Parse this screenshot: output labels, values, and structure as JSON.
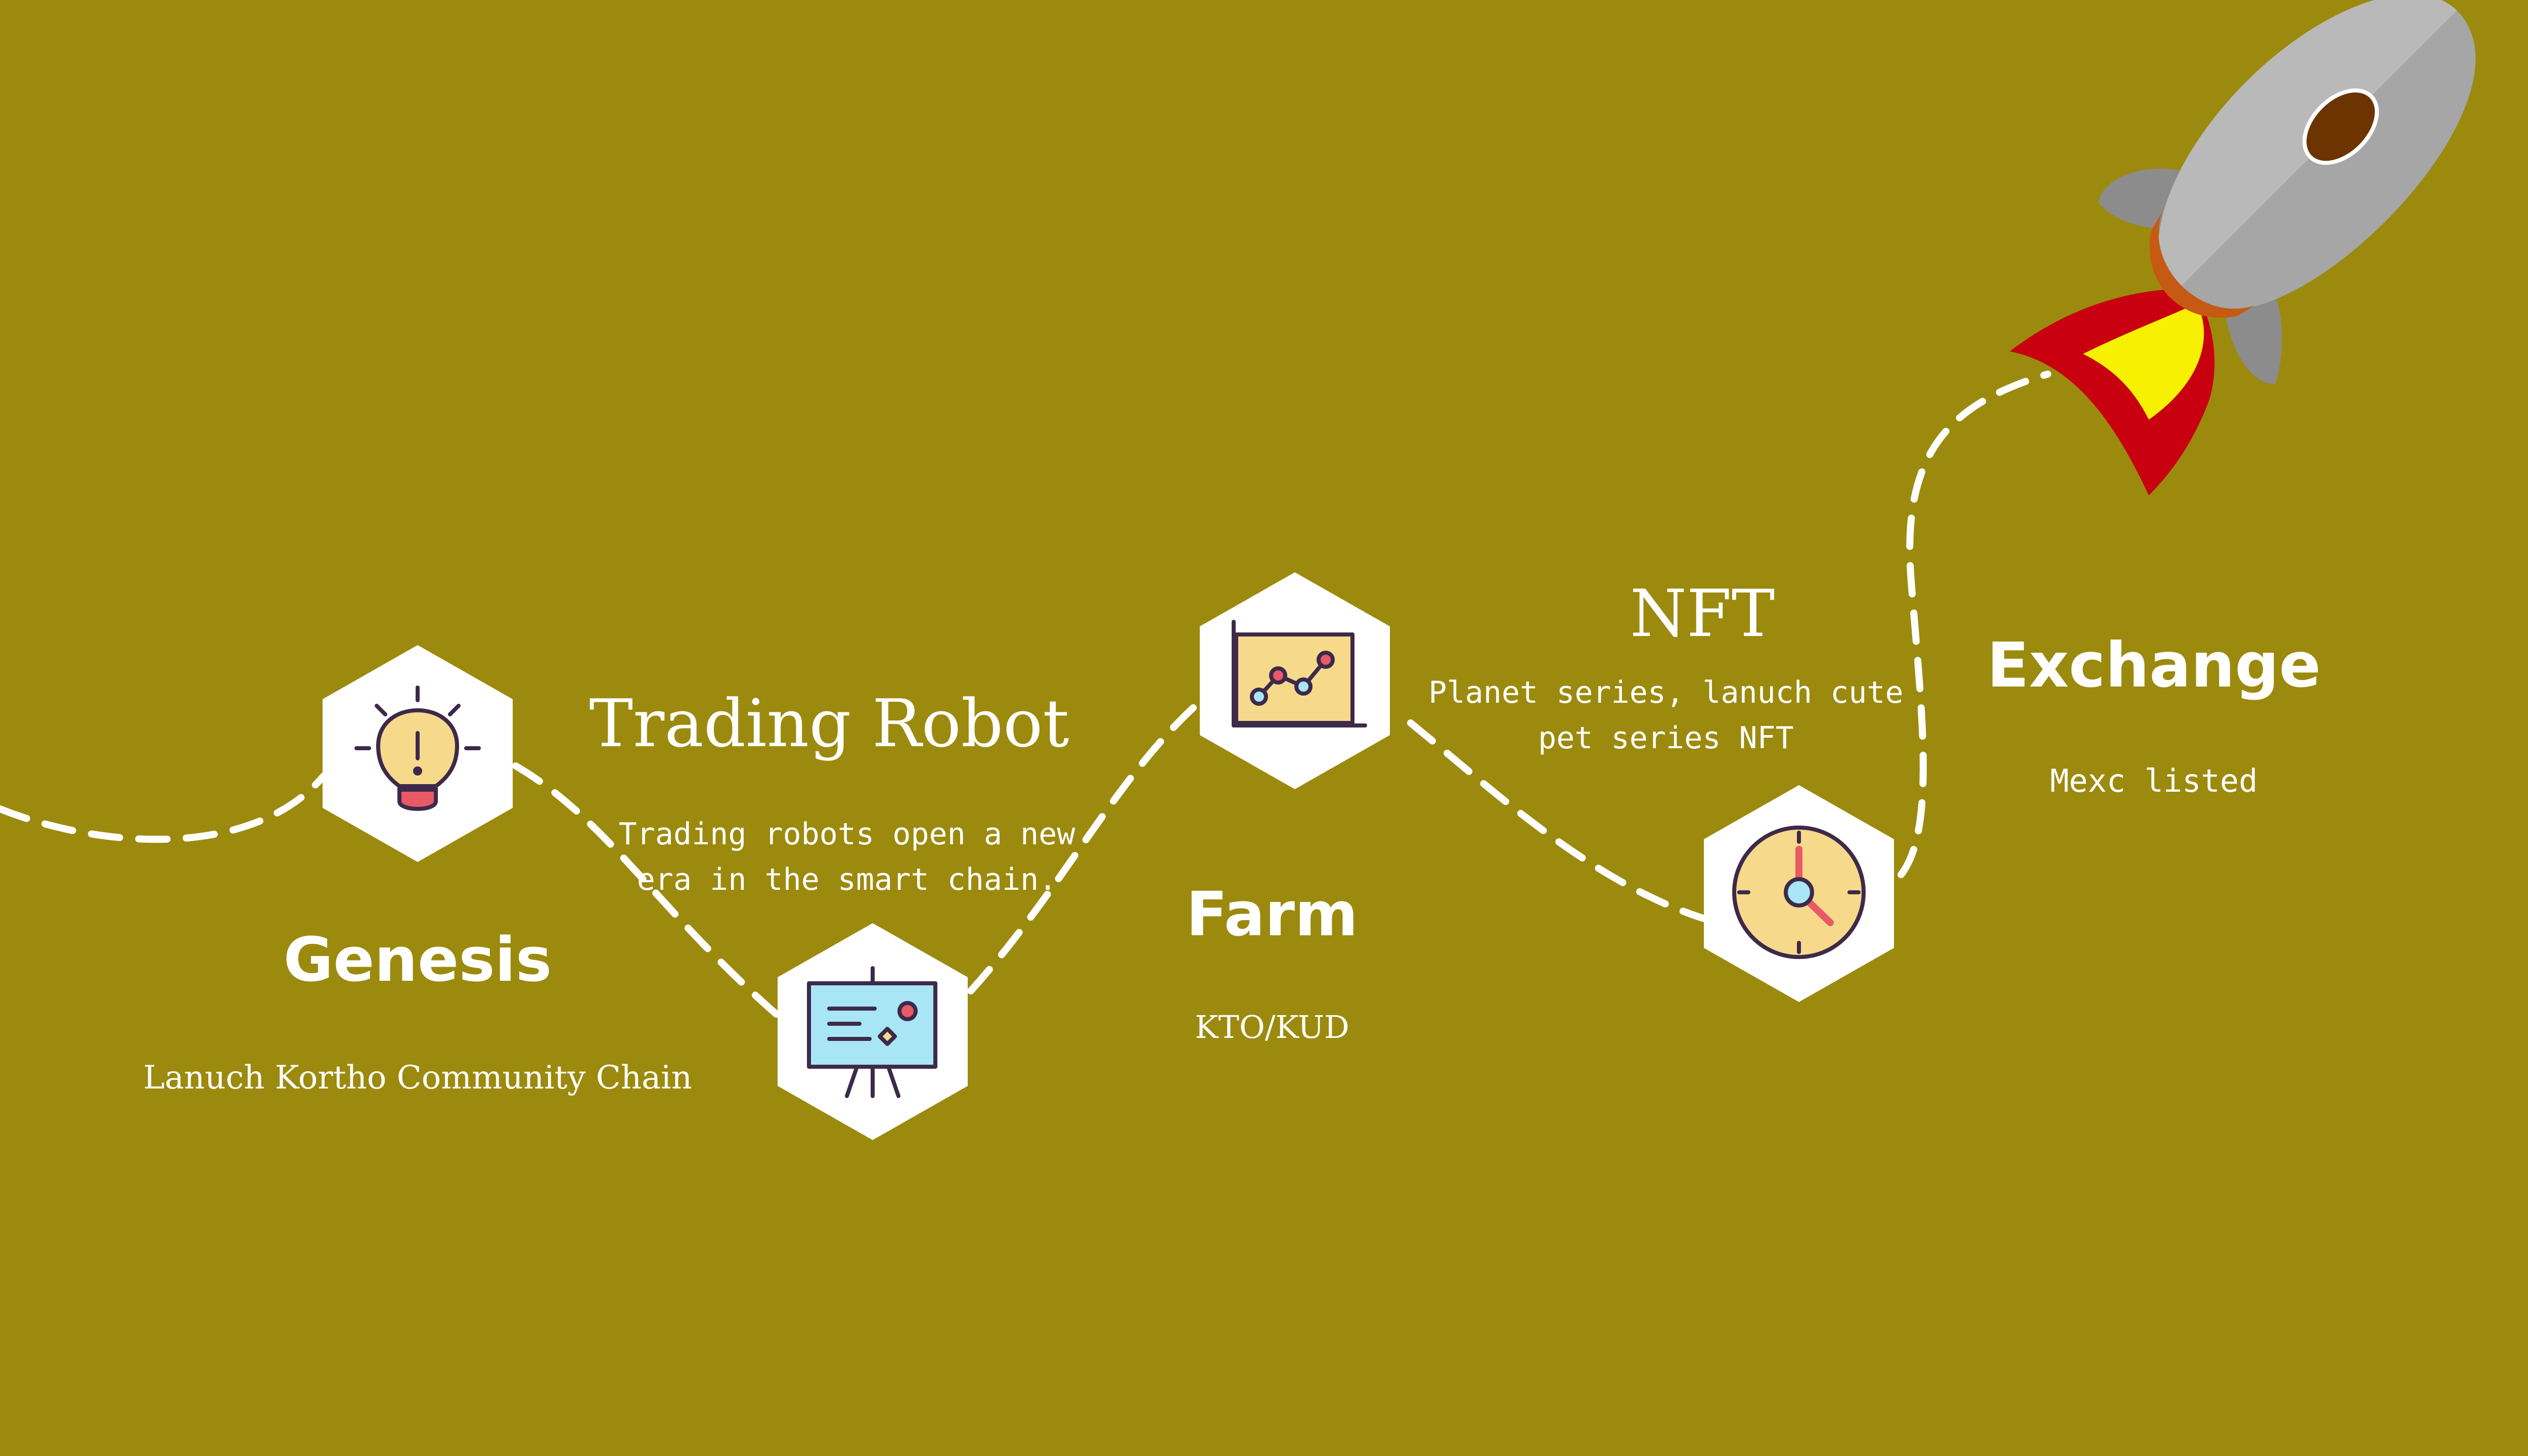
{
  "colors": {
    "background": "#9c8a0e",
    "path": "#ffffff",
    "hexagon": "#ffffff",
    "icon_stroke": "#3d2a4a",
    "bulb_fill": "#f7d98b",
    "board_fill": "#a8e6f6",
    "chart_fill": "#f7d98b",
    "clock_fill": "#f7d98b",
    "accent_red": "#e85a66",
    "rocket_body": "#b9b9b9",
    "rocket_window": "#6b3400",
    "flame_outer": "#c8000f",
    "flame_inner": "#f7f000"
  },
  "milestones": [
    {
      "id": "genesis",
      "title": "Genesis",
      "description": "Lanuch Kortho Community Chain",
      "icon": "lightbulb-icon"
    },
    {
      "id": "trading-robot",
      "title": "Trading Robot",
      "description_lines": [
        "Trading robots open a new",
        "era in the smart chain."
      ],
      "icon": "presentation-board-icon"
    },
    {
      "id": "farm",
      "title": "Farm",
      "description": "KTO/KUD",
      "icon": "line-chart-icon"
    },
    {
      "id": "nft",
      "title": "NFT",
      "description_lines": [
        "Planet series, lanuch cute",
        "pet series NFT"
      ],
      "icon": "clock-icon"
    },
    {
      "id": "exchange",
      "title": "Exchange",
      "description": "Mexc listed",
      "icon": "rocket-icon"
    }
  ]
}
